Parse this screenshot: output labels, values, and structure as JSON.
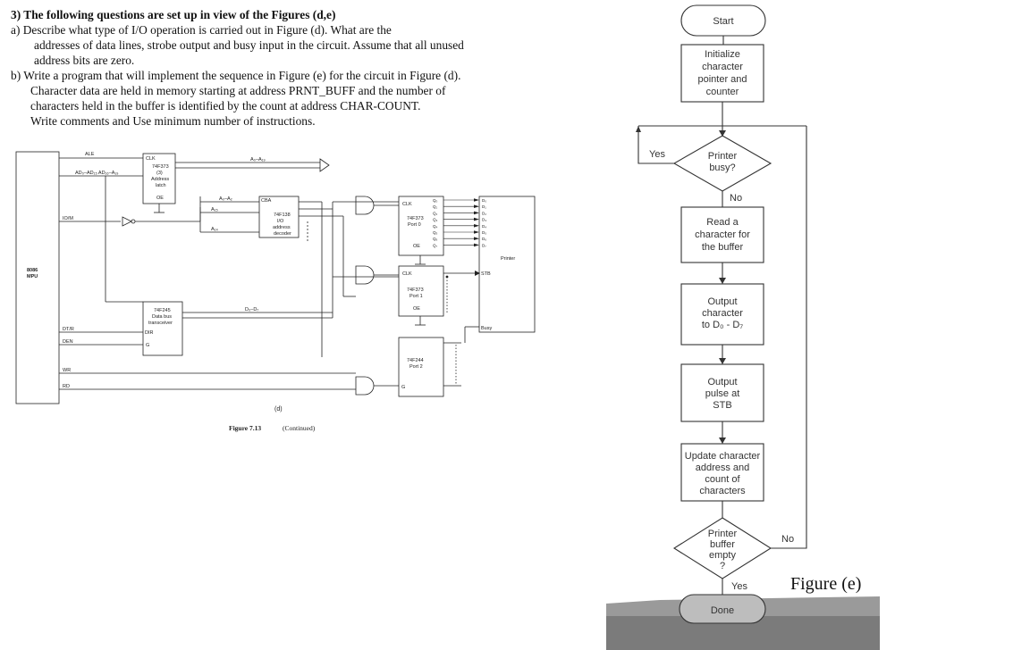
{
  "questions": {
    "title": "3) The following questions are set up in view of the Figures (d,e)",
    "a_line1": "a)  Describe what type of I/O operation is carried out in Figure (d). What are the",
    "a_line2": "addresses of data lines, strobe output and busy input in the circuit. Assume that all unused",
    "a_line3": "address bits are zero.",
    "b_line1": "b)  Write a program that will implement the sequence in Figure (e) for the circuit in Figure (d).",
    "b_line2": "Character data are held in memory starting at address PRNT_BUFF and the number of",
    "b_line3": "characters held in the buffer is identified by the count at address CHAR-COUNT.",
    "b_line4": "Write comments and Use minimum number of instructions."
  },
  "circuit": {
    "mpu": [
      "8086",
      "MPU"
    ],
    "ale": "ALE",
    "iom": "IO/M",
    "dtr": "DT/R",
    "den": "DEN",
    "wr": "WR",
    "rd": "RD",
    "ad_bus": "AD₀–AD₁₅ AD₁₆–A₁₉",
    "a_bus": "A₀–A₁₉",
    "latch": [
      "74F373",
      "(3)",
      "Address",
      "latch"
    ],
    "latch_clk": "CLK",
    "latch_oe": "OE",
    "decoder": [
      "74F138",
      "I/O",
      "address",
      "decoder"
    ],
    "dec_cba": "CBA",
    "dec_in1": "A₀–A₂",
    "dec_in2": "A₁₅",
    "dec_in3": "A₁₄",
    "transceiver": [
      "74F245",
      "Data bus",
      "transceiver"
    ],
    "tx_dir": "DIR",
    "tx_g": "G",
    "dbus": "D₀–D₇",
    "port0": [
      "74F373",
      "Port 0"
    ],
    "port1": [
      "74F373",
      "Port 1"
    ],
    "port2": [
      "74F244",
      "Port 2"
    ],
    "clk": "CLK",
    "oe": "OE",
    "g": "G",
    "q_labels": [
      "Q₀",
      "Q₁",
      "Q₂",
      "Q₃",
      "Q₄",
      "Q₅",
      "Q₆",
      "Q₇"
    ],
    "d_labels": [
      "D₀",
      "D₁",
      "D₂",
      "D₃",
      "D₄",
      "D₅",
      "D₆",
      "D₇"
    ],
    "printer": "Printer",
    "stb": "STB",
    "busy": "Busy",
    "panel_label": "(d)",
    "caption_bold": "Figure 7.13",
    "caption_rest": "(Continued)"
  },
  "flowchart": {
    "start": "Start",
    "init": [
      "Initialize",
      "character",
      "pointer and",
      "counter"
    ],
    "busy": [
      "Printer",
      "busy?"
    ],
    "yes": "Yes",
    "no": "No",
    "read": [
      "Read a",
      "character for",
      "the buffer"
    ],
    "output": [
      "Output",
      "character",
      "to D₀ - D₇"
    ],
    "pulse": [
      "Output",
      "pulse at",
      "STB"
    ],
    "update": [
      "Update character",
      "address and",
      "count of",
      "characters"
    ],
    "empty": [
      "Printer",
      "buffer",
      "empty",
      "?"
    ],
    "done": "Done",
    "caption": "Figure (e)"
  }
}
